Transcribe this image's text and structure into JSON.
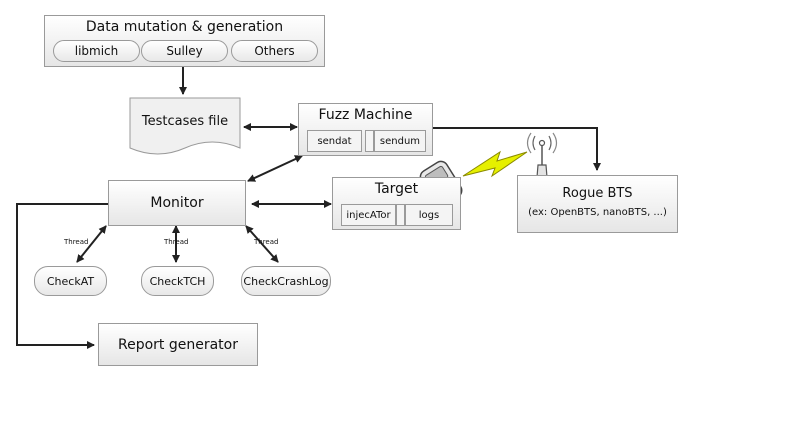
{
  "data_mutation": {
    "title": "Data mutation & generation",
    "tools": [
      "libmich",
      "Sulley",
      "Others"
    ]
  },
  "testcases": {
    "label": "Testcases file"
  },
  "fuzz_machine": {
    "title": "Fuzz Machine",
    "cells": [
      "sendat",
      "sendum"
    ]
  },
  "target": {
    "title": "Target",
    "cells": [
      "injecATor",
      "logs"
    ]
  },
  "rogue_bts": {
    "title": "Rogue BTS",
    "subtitle": "(ex: OpenBTS, nanoBTS, ...)"
  },
  "monitor": {
    "title": "Monitor"
  },
  "thread_label": "Thread",
  "checks": [
    "CheckAT",
    "CheckTCH",
    "CheckCrashLog"
  ],
  "report": {
    "title": "Report generator"
  },
  "colors": {
    "line": "#222222",
    "border": "#9a9a9a",
    "lightning": "#e6f000"
  }
}
